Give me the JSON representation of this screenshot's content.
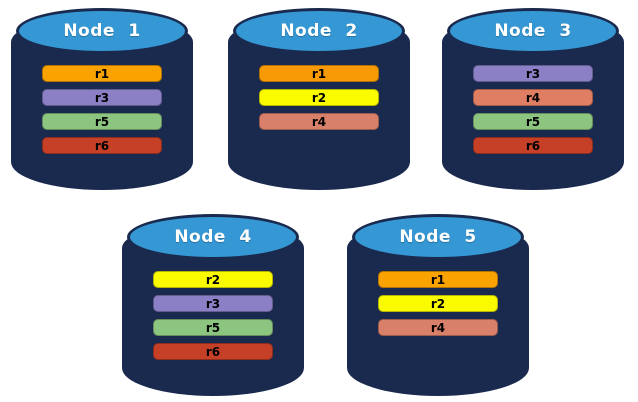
{
  "colors": {
    "cylinder_body": "#1A2A4F",
    "cylinder_top": "#3598D4",
    "title_text": "#FFFFFF",
    "record_text": "#000000",
    "r1_orange": "#FAA200",
    "r2_yellow": "#FBFB00",
    "r3_purple": "#8B80C5",
    "r4_salmon": "#DB8068",
    "r5_green": "#8CC580",
    "r6_red": "#C63F27"
  },
  "nodes": [
    {
      "label": "Node 1",
      "records": [
        {
          "label": "r1",
          "color": "#FAA200"
        },
        {
          "label": "r3",
          "color": "#8B80C5"
        },
        {
          "label": "r5",
          "color": "#8CC580"
        },
        {
          "label": "r6",
          "color": "#C63F27"
        }
      ]
    },
    {
      "label": "Node 2",
      "records": [
        {
          "label": "r1",
          "color": "#F79A06"
        },
        {
          "label": "r2",
          "color": "#FBFB00"
        },
        {
          "label": "r4",
          "color": "#D9806B"
        }
      ]
    },
    {
      "label": "Node 3",
      "records": [
        {
          "label": "r3",
          "color": "#8B80C5"
        },
        {
          "label": "r4",
          "color": "#DF7E63"
        },
        {
          "label": "r5",
          "color": "#8CC580"
        },
        {
          "label": "r6",
          "color": "#C63F27"
        }
      ]
    },
    {
      "label": "Node 4",
      "records": [
        {
          "label": "r2",
          "color": "#FBFB00"
        },
        {
          "label": "r3",
          "color": "#8B80C5"
        },
        {
          "label": "r5",
          "color": "#8CC580"
        },
        {
          "label": "r6",
          "color": "#C63F27"
        }
      ]
    },
    {
      "label": "Node 5",
      "records": [
        {
          "label": "r1",
          "color": "#FAA200"
        },
        {
          "label": "r2",
          "color": "#FBFB00"
        },
        {
          "label": "r4",
          "color": "#D9806B"
        }
      ]
    }
  ]
}
